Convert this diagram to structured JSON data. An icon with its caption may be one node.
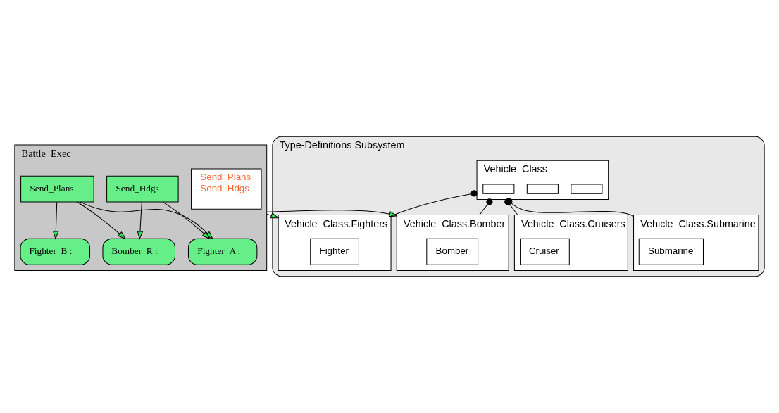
{
  "diagram": {
    "nodes": [
      {
        "text": [
          "Battle_Exec"
        ]
      },
      {
        "text": [
          "Send_Plans",
          "Send_Hdgs",
          "–"
        ],
        "in": 0
      },
      {
        "text": [
          "Fighter_A :"
        ],
        "in": 0
      },
      {
        "text": [
          "Fighter_B :"
        ],
        "in": 0
      },
      {
        "text": [
          "Bomber_R :"
        ],
        "in": 0
      },
      {
        "text": [
          "Send_Plans"
        ],
        "in": 0
      },
      {
        "text": [
          "Send_Hdgs"
        ],
        "in": 0
      },
      {
        "text": [
          "Type-Definitions Subsystem"
        ]
      },
      {
        "text": [
          "Vehicle_Class"
        ],
        "in": 7
      },
      {
        "text": [],
        "shape": "box",
        "in": 8
      },
      {
        "text": [],
        "shape": "box",
        "in": 8
      },
      {
        "text": [],
        "shape": "box",
        "in": 8
      },
      {
        "text": [
          "Vehicle_Class.Fighters"
        ],
        "in": 7
      },
      {
        "text": [
          "Fighter"
        ],
        "in": 12
      },
      {
        "text": [
          "Vehicle_Class.Bomber"
        ],
        "in": 7
      },
      {
        "text": [
          "Bomber"
        ],
        "in": 14
      },
      {
        "text": [
          "Vehicle_Class.Cruisers"
        ],
        "in": 7
      },
      {
        "text": [
          "Cruiser"
        ],
        "in": 16
      },
      {
        "text": [
          "Vehicle_Class.Submarine"
        ],
        "in": 7
      },
      {
        "text": [
          "Submarine"
        ],
        "in": 18
      }
    ],
    "edges": [
      {
        "from": 5,
        "to": 2,
        "arrow": "to"
      },
      {
        "from": 5,
        "to": 3,
        "arrow": "to"
      },
      {
        "from": 5,
        "to": 4,
        "arrow": "to"
      },
      {
        "from": 6,
        "to": 2,
        "arrow": "to"
      },
      {
        "from": 6,
        "to": 4,
        "arrow": "to"
      },
      {
        "from": 0,
        "to": 12,
        "arrow": "to"
      },
      {
        "from": 0,
        "to": 14,
        "arrow": "to"
      },
      {
        "from": 8,
        "to": 12,
        "arrow": "other"
      },
      {
        "from": 8,
        "to": 14,
        "arrow": "other"
      },
      {
        "from": 8,
        "to": 16,
        "arrow": "other"
      },
      {
        "from": 8,
        "to": 18,
        "arrow": "other"
      }
    ]
  }
}
